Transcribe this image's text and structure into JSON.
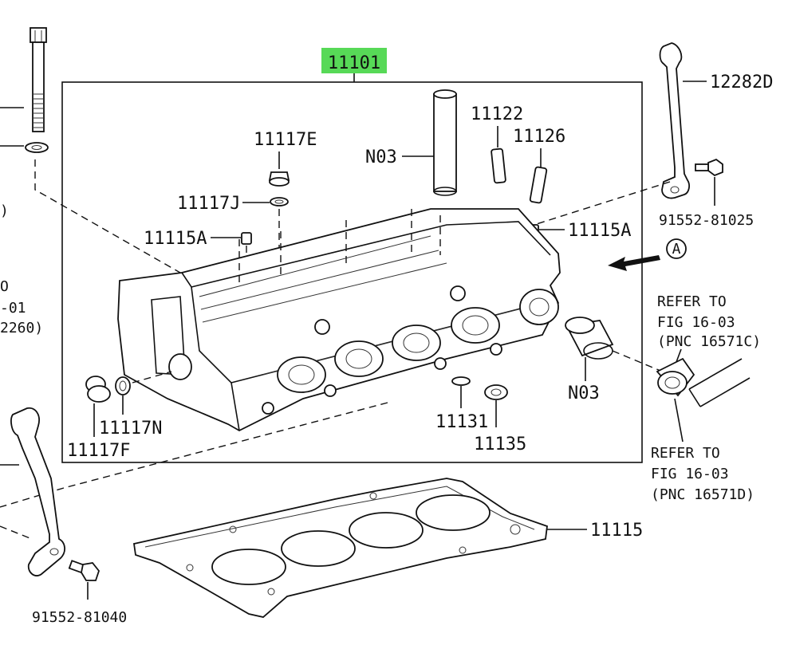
{
  "diagram": {
    "main_part_label": "11101",
    "highlight_color": "#57d957",
    "labels": {
      "p12282D": "12282D",
      "p91552_81025": "91552-81025",
      "p11122": "11122",
      "p11126": "11126",
      "pN03_top": "N03",
      "p11117E": "11117E",
      "p11117J": "11117J",
      "p11115A_left": "11115A",
      "p11115A_right": "11115A",
      "view_marker": "A",
      "pN03_bottom": "N03",
      "p11117N": "11117N",
      "p11117F": "11117F",
      "p11131": "11131",
      "p11135": "11135",
      "p11115": "11115",
      "p91552_81040": "91552-81040"
    },
    "refer_upper": {
      "line1": "REFER TO",
      "line2": "FIG 16-03",
      "line3": "(PNC 16571C)"
    },
    "refer_lower": {
      "line1": "REFER TO",
      "line2": "FIG 16-03",
      "line3": "(PNC 16571D)"
    },
    "left_cut": {
      "line1": "O",
      "line2": "-01",
      "line3": "2260)"
    }
  }
}
